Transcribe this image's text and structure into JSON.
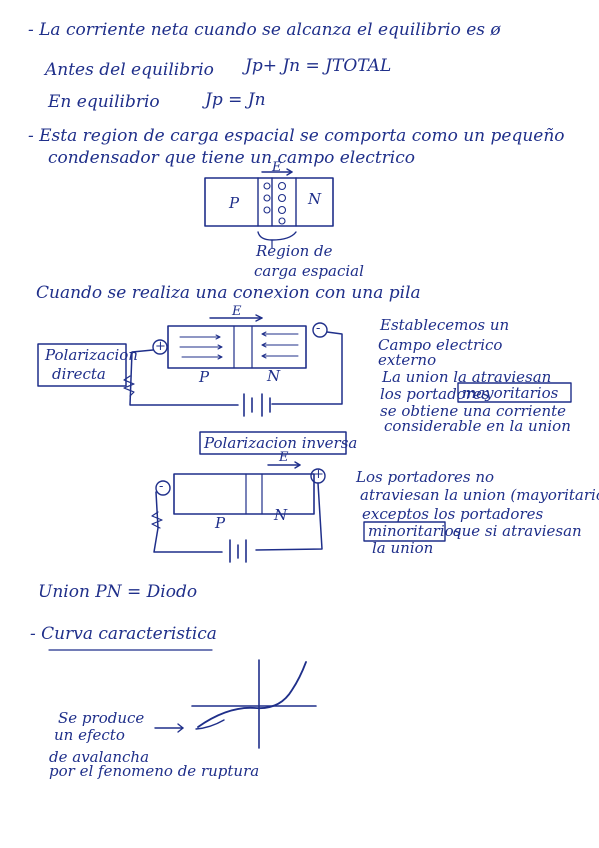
{
  "lines": {
    "l1": "- La corriente neta cuando se alcanza el equilibrio es ø",
    "l2a": "Antes del equilibrio",
    "l2b": "Jp+ Jn = JTOTAL",
    "l3a": "En equilibrio",
    "l3b": "Jp = Jn",
    "l4": "- Esta region de carga espacial se comporta como un pequeño",
    "l5": "condensador que tiene un campo electrico",
    "fig1_E": "E",
    "fig1_P": "P",
    "fig1_N": "N",
    "fig1_cap1": "Region de",
    "fig1_cap2": "carga espacial",
    "l6": "Cuando se realiza una conexion con una pila",
    "fig2_label1": "Polarizacion",
    "fig2_label2": "directa",
    "fig2_E": "E",
    "fig2_P": "P",
    "fig2_N": "N",
    "fig2_plus": "+",
    "fig2_minus": "-",
    "r1": "Establecemos un",
    "r2": "Campo electrico",
    "r3": "externo",
    "r4": "La union la atraviesan",
    "r5a": "los portadores",
    "r5b": "mayoritarios",
    "r6": "se obtiene una corriente",
    "r7": "considerable en la union",
    "fig3_label": "Polarizacion inversa",
    "fig3_E": "E",
    "fig3_P": "P",
    "fig3_N": "N",
    "fig3_minus": "-",
    "fig3_plus": "+",
    "s1": "Los portadores no",
    "s2": "atraviesan la union (mayoritarios)",
    "s3": "exceptos los portadores",
    "s4a": "minoritarios",
    "s4b": "que si atraviesan",
    "s5": "la union",
    "l7": "Union PN = Diodo",
    "l8": "- Curva caracteristica",
    "c1": "Se produce",
    "c2": "un efecto",
    "c3": "de avalancha",
    "c4": "por el fenomeno de ruptura"
  }
}
